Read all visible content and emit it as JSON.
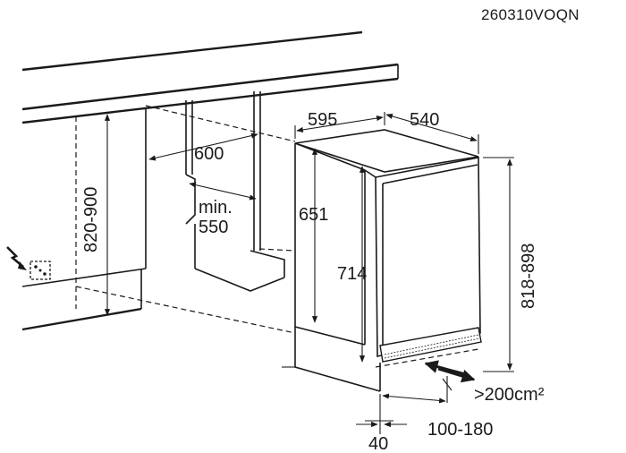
{
  "drawing_code": "260310VOQN",
  "dimensions": {
    "niche_height": "820-900",
    "niche_depth": "600",
    "niche_width_label_1": "min.",
    "niche_width_label_2": "550",
    "appliance_width": "595",
    "appliance_depth": "540",
    "cabinet_depth": "651",
    "appliance_height": "714",
    "total_height": "818-898",
    "vent_area": ">200cm²",
    "plinth_height": "100-180",
    "plinth_setback": "40"
  },
  "icons": {
    "power": "electrical-socket-icon"
  }
}
